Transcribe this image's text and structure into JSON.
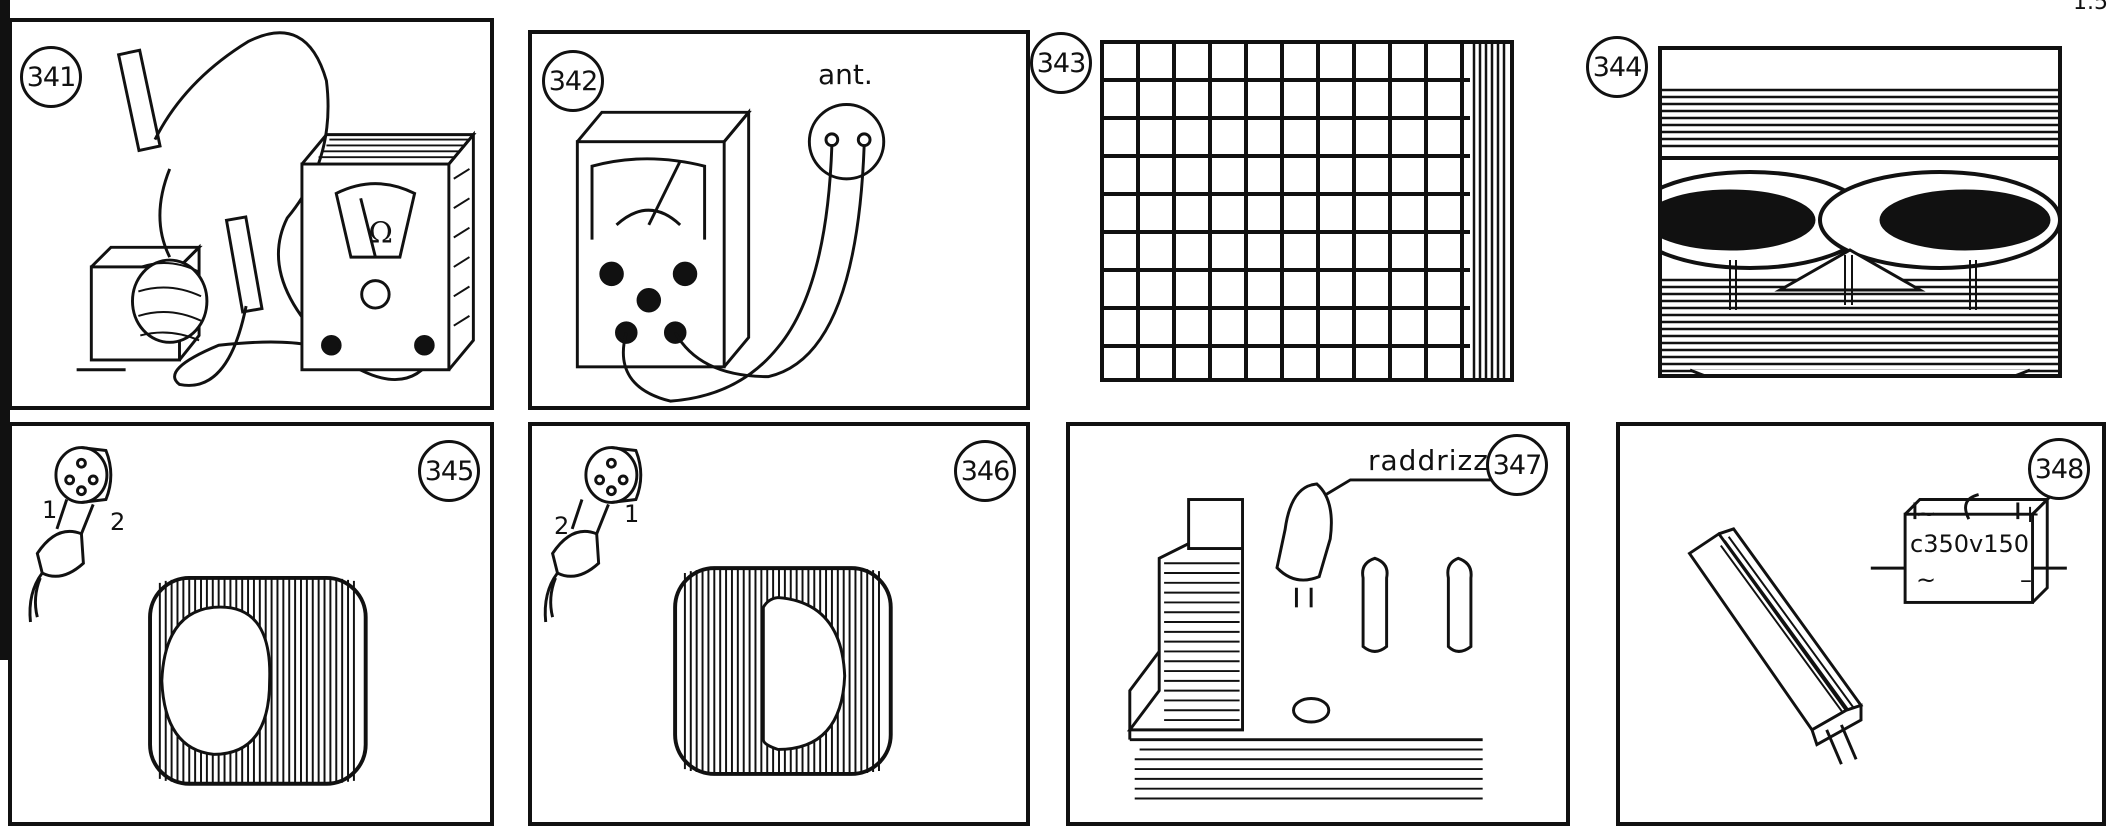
{
  "corner_mark": "1.5",
  "panels": [
    {
      "number": "341"
    },
    {
      "number": "342",
      "label": "ant."
    },
    {
      "number": "343"
    },
    {
      "number": "344"
    },
    {
      "number": "345",
      "pin_left": "1",
      "pin_right": "2"
    },
    {
      "number": "346",
      "pin_left": "2",
      "pin_right": "1"
    },
    {
      "number": "347",
      "label": "raddrizz. AT"
    },
    {
      "number": "348",
      "label": "c350v150",
      "symbols": [
        "~",
        "+",
        "~",
        "–"
      ]
    }
  ]
}
